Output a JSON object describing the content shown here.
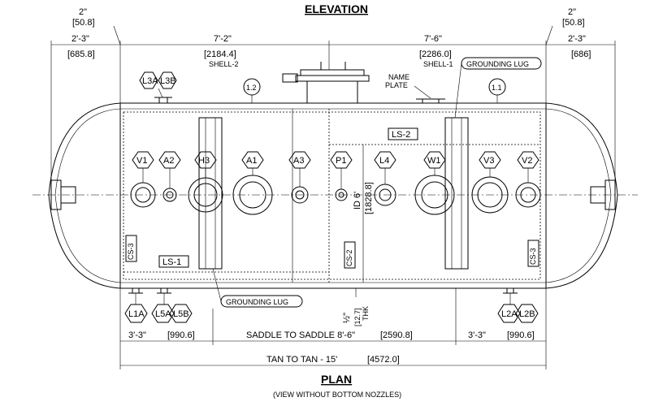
{
  "titles": {
    "elevation": "ELEVATION",
    "plan": "PLAN",
    "plan_note": "(VIEW WITHOUT BOTTOM NOZZLES)"
  },
  "dims": {
    "left_nozzle_in": "2\"",
    "left_nozzle_mm": "[50.8]",
    "left_end_in": "2'-3\"",
    "left_end_mm": "[685.8]",
    "shell2_in": "7'-2\"",
    "shell2_mm": "[2184.4]",
    "shell2_label": "SHELL-2",
    "shell1_in": "7'-6\"",
    "shell1_mm": "[2286.0]",
    "shell1_label": "SHELL-1",
    "right_nozzle_in": "2\"",
    "right_nozzle_mm": "[50.8]",
    "right_end_in": "2'-3\"",
    "right_end_mm": "[686]",
    "bottom_left": "3'-3\"",
    "bottom_left_mm": "[990.6]",
    "saddle": "SADDLE TO SADDLE 8'-6\"",
    "saddle_mm": "[2590.8]",
    "bottom_right": "3'-3\"",
    "bottom_right_mm": "[990.6]",
    "tan_to_tan": "TAN TO TAN - 15'",
    "tan_mm": "[4572.0]",
    "id": "ID 6'",
    "id_mm": "[1828.8]",
    "thk_in": "½\"",
    "thk_mm": "[12.7]",
    "thk_label": "THK"
  },
  "labels": {
    "grounding_lug_top": "GROUNDING LUG",
    "grounding_lug_bottom": "GROUNDING LUG",
    "name_plate_1": "NAME",
    "name_plate_2": "PLATE",
    "ls1": "LS-1",
    "ls2": "LS-2",
    "cs3_left": "CS-3",
    "cs2": "CS-2",
    "cs3_right": "CS-3"
  },
  "tags": {
    "L3A": "L3A",
    "L3B": "L3B",
    "V1": "V1",
    "A2": "A2",
    "H3": "H3",
    "A1": "A1",
    "A3": "A3",
    "P1": "P1",
    "L4": "L4",
    "W1": "W1",
    "V3": "V3",
    "V2": "V2",
    "L1A": "L1A",
    "L5A": "L5A",
    "L5B": "L5B",
    "L2A": "L2A",
    "L2B": "L2B"
  },
  "circles": {
    "c12": "1.2",
    "c11": "1.1"
  }
}
